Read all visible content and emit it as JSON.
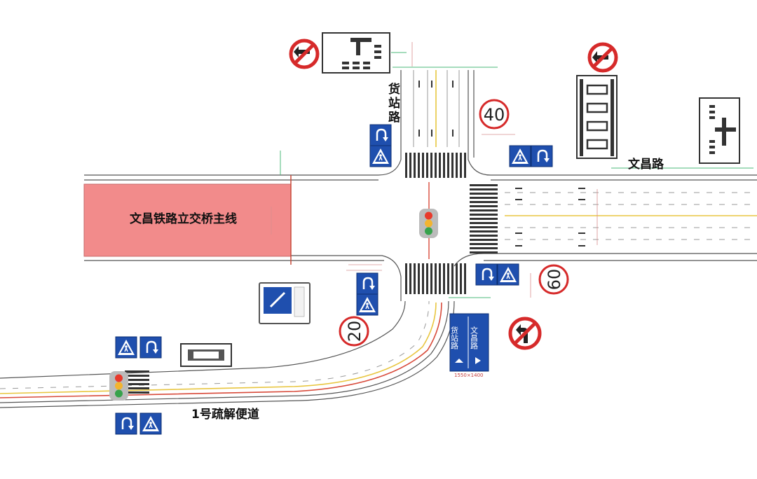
{
  "labels": {
    "huozhan": "货站路",
    "wenchang": "文昌路",
    "bridge": "文昌铁路立交桥主线",
    "detour": "1号疏解便道"
  },
  "speed_limits": {
    "north": "40",
    "east": "60",
    "south": "20"
  },
  "guide_sign": {
    "left_text": "货站路",
    "right_text": "文昌路",
    "size_note": "1550×1400"
  },
  "colors": {
    "bridge_fill": "#f28b8b",
    "sign_blue": "#1f4fae",
    "prohibit_red": "#d62a2a",
    "centerline_yellow": "#e8c640",
    "edge_red": "#d84a3a"
  },
  "icons": [
    "no-left-turn-icon",
    "u-turn-icon",
    "pedestrian-crossing-icon",
    "traffic-light-icon",
    "lane-guide-icon"
  ]
}
